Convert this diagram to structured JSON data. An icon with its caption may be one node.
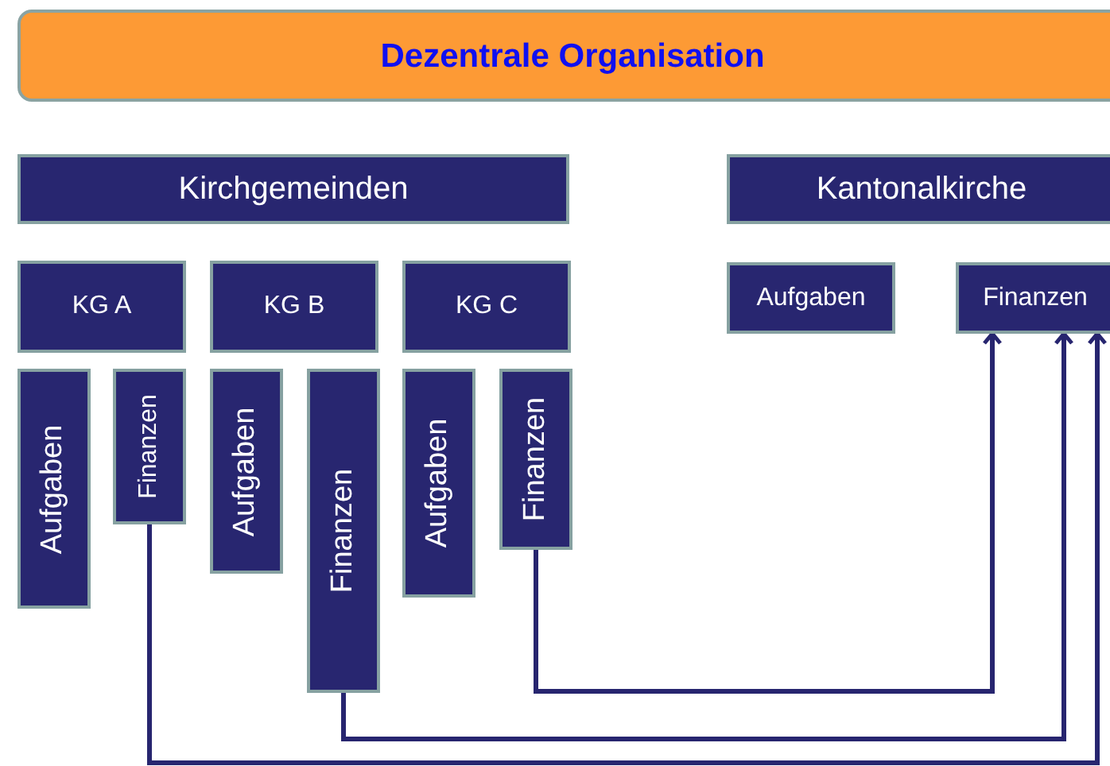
{
  "diagram": {
    "title": "Dezentrale Organisation",
    "nodes": [
      {
        "text": [
          "Kirchgemeinden"
        ]
      },
      {
        "text": [
          "KG A"
        ]
      },
      {
        "text": [
          "KG B"
        ]
      },
      {
        "text": [
          "KG C"
        ]
      },
      {
        "text": [
          "Aufgaben"
        ]
      },
      {
        "text": [
          "Finanzen"
        ]
      },
      {
        "text": [
          "Aufgaben"
        ]
      },
      {
        "text": [
          "Finanzen"
        ]
      },
      {
        "text": [
          "Aufgaben"
        ]
      },
      {
        "text": [
          "Finanzen"
        ]
      },
      {
        "text": [
          "Kantonalkirche"
        ]
      },
      {
        "text": [
          "Aufgaben"
        ]
      },
      {
        "text": [
          "Finanzen"
        ]
      }
    ],
    "edges": [
      {
        "from": 9,
        "to": 12,
        "arrow": "to"
      },
      {
        "from": 7,
        "to": 12,
        "arrow": "to"
      },
      {
        "from": 5,
        "to": 12,
        "arrow": "to"
      }
    ]
  }
}
